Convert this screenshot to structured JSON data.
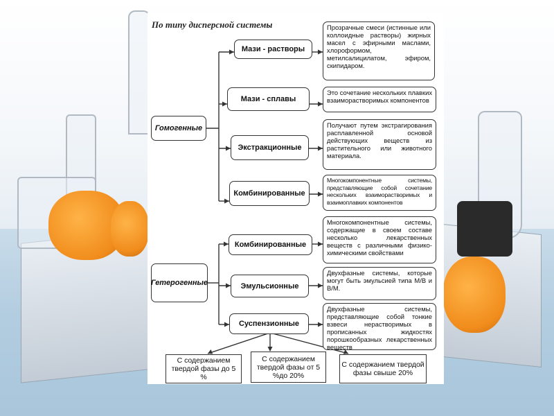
{
  "title": "По типу дисперсной системы",
  "homogeneous": {
    "label": "Гомогенные",
    "items": [
      {
        "label": "Мази - растворы",
        "desc": "Прозрачные смеси (истинные или коллоидные растворы) жирных масел с эфирными маслами, хлороформом, метилсалицилатом, эфиром, скипидаром."
      },
      {
        "label": "Мази - сплавы",
        "desc": "Это сочетание нескольких плавких взаиморастворимых компонентов"
      },
      {
        "label": "Экстракционные",
        "desc": "Получают путем экстрагирования расплавленной основой действующих веществ из растительного или животного материала."
      },
      {
        "label": "Комбинированные",
        "desc": "Многокомпонентные системы, представляющие собой сочетание нескольких взаиморастворимых и взаимоплавких компонентов"
      }
    ]
  },
  "heterogeneous": {
    "label": "Гетерогенные",
    "items": [
      {
        "label": "Комбинированные",
        "desc": "Многокомпонентные системы, содержащие в своем составе несколько лекарственных веществ с различными физико-химическими свойствами"
      },
      {
        "label": "Эмульсионные",
        "desc": "Двухфазные системы, которые могут быть эмульсией типа М/В и В/М."
      },
      {
        "label": "Суспензионные",
        "desc": "Двухфазные системы, представляющие собой тонкие взвеси нерастворимых в прописанных жидкостях порошкообразных лекарственных веществ"
      }
    ]
  },
  "suspension_types": [
    "С содержанием твердой фазы до 5 %",
    "С содержанием твердой фазы от 5 %до 20%",
    "С содержанием твердой фазы свыше 20%"
  ]
}
